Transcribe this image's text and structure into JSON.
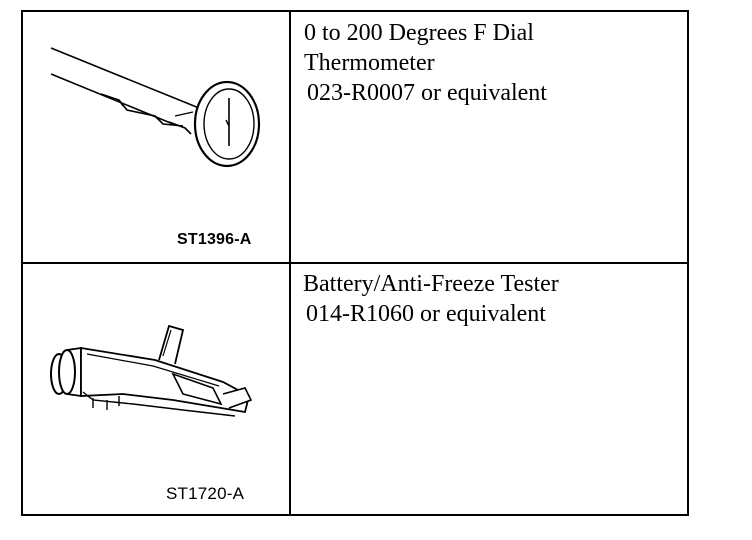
{
  "tools": [
    {
      "figure_code": "ST1396-A",
      "icon": "dial-thermometer-icon",
      "description_lines": [
        "0 to 200 Degrees F Dial",
        "Thermometer",
        "023-R0007 or equivalent"
      ]
    },
    {
      "figure_code": "ST1720-A",
      "icon": "battery-antifreeze-tester-icon",
      "description_lines": [
        "Battery/Anti-Freeze Tester",
        "014-R1060 or equivalent"
      ]
    }
  ]
}
